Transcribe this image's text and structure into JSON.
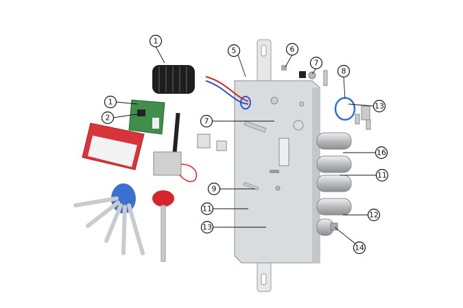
{
  "diagram": {
    "callouts": [
      {
        "label": "1"
      },
      {
        "label": "1"
      },
      {
        "label": "2"
      },
      {
        "label": "5"
      },
      {
        "label": "6"
      },
      {
        "label": "7"
      },
      {
        "label": "8"
      },
      {
        "label": "13"
      },
      {
        "label": "7"
      },
      {
        "label": "16"
      },
      {
        "label": "11"
      },
      {
        "label": "9"
      },
      {
        "label": "12"
      },
      {
        "label": "11"
      },
      {
        "label": "13"
      },
      {
        "label": "14"
      }
    ],
    "colors": {
      "lock_body": "#d9dcdf",
      "circuit_board": "#3f8f4a",
      "card": "#d8343a",
      "key_head_blue": "#3b6fd0",
      "key_head_red": "#d5262b",
      "cover": "#1e1e1e",
      "oring": "#2f6fd8"
    }
  }
}
